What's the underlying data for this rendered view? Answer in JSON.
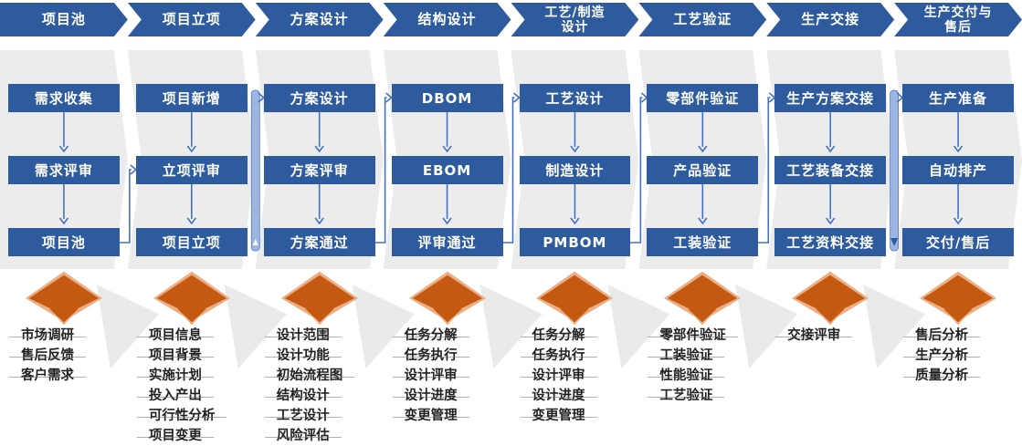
{
  "colors": {
    "banner_blue": "#2E5B9E",
    "box_blue": "#2E5B9E",
    "arrow_blue": "#4472C4",
    "bar_blue": "#9DB6E0",
    "panel_gray": "#ECECEC",
    "orange_dark": "#C45A11",
    "orange_light": "#EDAE85",
    "note_text": "#1F1F1F",
    "note_line": "#6E6E6E"
  },
  "stages": [
    {
      "banner_lines": [
        "项目池"
      ],
      "boxes": [
        "需求收集",
        "需求评审",
        "项目池"
      ],
      "notes": [
        "市场调研",
        "售后反馈",
        "客户需求"
      ]
    },
    {
      "banner_lines": [
        "项目立项"
      ],
      "boxes": [
        "项目新增",
        "立项评审",
        "项目立项"
      ],
      "notes": [
        "项目信息",
        "项目背景",
        "实施计划",
        "投入产出",
        "可行性分析",
        "项目变更"
      ]
    },
    {
      "banner_lines": [
        "方案设计"
      ],
      "boxes": [
        "方案设计",
        "方案评审",
        "方案通过"
      ],
      "notes": [
        "设计范围",
        "设计功能",
        "初始流程图",
        "结构设计",
        "工艺设计",
        "风险评估"
      ]
    },
    {
      "banner_lines": [
        "结构设计"
      ],
      "boxes": [
        "DBOM",
        "EBOM",
        "评审通过"
      ],
      "notes": [
        "任务分解",
        "任务执行",
        "设计评审",
        "设计进度",
        "变更管理"
      ]
    },
    {
      "banner_lines": [
        "工艺/制造",
        "设计"
      ],
      "boxes": [
        "工艺设计",
        "制造设计",
        "PMBOM"
      ],
      "notes": [
        "任务分解",
        "任务执行",
        "设计评审",
        "设计进度",
        "变更管理"
      ]
    },
    {
      "banner_lines": [
        "工艺验证"
      ],
      "boxes": [
        "零部件验证",
        "产品验证",
        "工装验证"
      ],
      "notes": [
        "零部件验证",
        "工装验证",
        "性能验证",
        "工艺验证"
      ]
    },
    {
      "banner_lines": [
        "生产交接"
      ],
      "boxes": [
        "生产方案交接",
        "工艺装备交接",
        "工艺资料交接"
      ],
      "notes": [
        "交接评审"
      ]
    },
    {
      "banner_lines": [
        "生产交付与",
        "售后"
      ],
      "boxes": [
        "生产准备",
        "自动排产",
        "交付/售后"
      ],
      "notes": [
        "售后分析",
        "生产分析",
        "质量分析"
      ]
    }
  ]
}
